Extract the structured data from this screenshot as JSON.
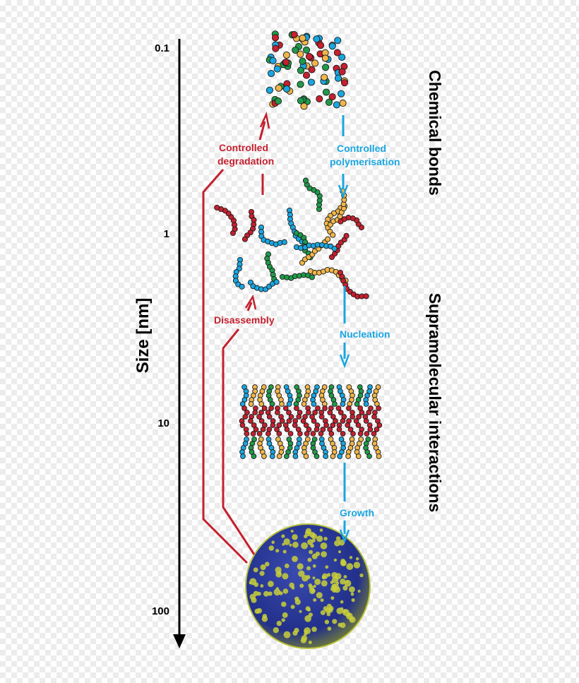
{
  "axis": {
    "title": "Size [nm]",
    "ticks": [
      "0.1",
      "1",
      "10",
      "100"
    ]
  },
  "side_labels": {
    "top": "Chemical bonds",
    "bottom": "Supramolecular interactions"
  },
  "steps": {
    "controlled_degradation": [
      "Controlled",
      "degradation"
    ],
    "controlled_polymerisation": [
      "Controlled",
      "polymerisation"
    ],
    "disassembly": "Disassembly",
    "nucleation": "Nucleation",
    "growth": "Growth"
  },
  "colors": {
    "red": "#c4202f",
    "blue": "#1aa6e0",
    "green": "#1f9a4a",
    "yellow": "#f0b54a",
    "sphere_blue": "#24318f",
    "sphere_yellow": "#c8cf3a"
  }
}
